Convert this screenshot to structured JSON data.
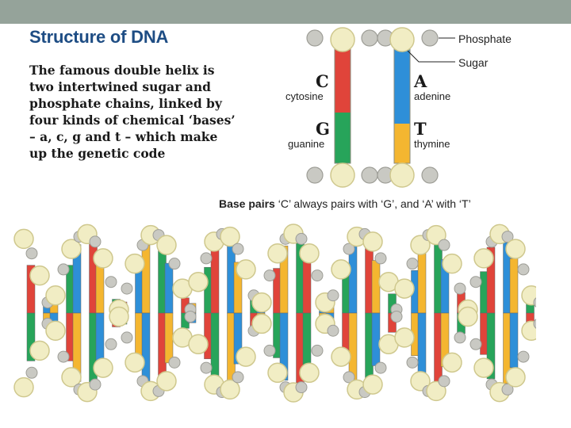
{
  "header": {
    "band_color": "#95a39a"
  },
  "title": "Structure of DNA",
  "description": "The famous double helix is\ntwo intertwined sugar and\nphosphate chains, linked by\nfour kinds of chemical ‘bases’\n– a, c, g and t – which make\nup the genetic code",
  "labels": {
    "phosphate": "Phosphate",
    "sugar": "Sugar"
  },
  "bases": {
    "c": {
      "letter": "C",
      "name": "cytosine",
      "color": "#e0443a"
    },
    "g": {
      "letter": "G",
      "name": "guanine",
      "color": "#27a45a"
    },
    "a": {
      "letter": "A",
      "name": "adenine",
      "color": "#2e8fd8"
    },
    "t": {
      "letter": "T",
      "name": "thymine",
      "color": "#f4b630"
    }
  },
  "caption": {
    "bold": "Base pairs",
    "text": " ‘C’ always pairs with ‘G’, and ‘A’ with ‘T’"
  },
  "colors": {
    "sugar": "#f1edc4",
    "sugar_stroke": "#cfc88e",
    "phosphate": "#c9c9c3",
    "phosphate_stroke": "#9e9e97",
    "title": "#1e4d84"
  }
}
